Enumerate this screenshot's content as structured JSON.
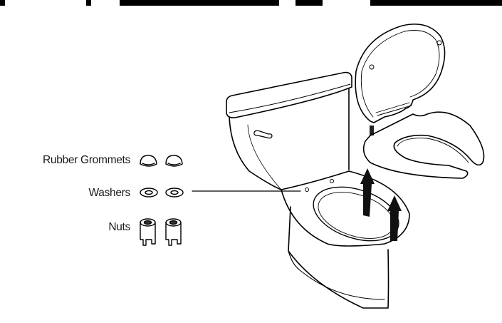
{
  "figure": {
    "type": "installation-illustration",
    "subject": "toilet seat removal / installation",
    "parts": [
      {
        "label": "Rubber Grommets",
        "count": 2
      },
      {
        "label": "Washers",
        "count": 2
      },
      {
        "label": "Nuts",
        "count": 2
      }
    ],
    "colors": {
      "ink": "#000000",
      "background": "#ffffff"
    }
  }
}
